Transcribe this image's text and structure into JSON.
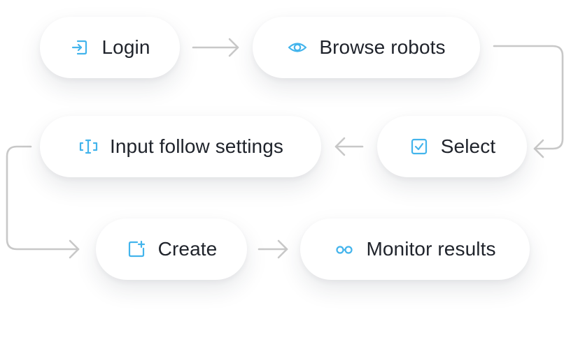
{
  "colors": {
    "accent": "#43b4ec",
    "connector": "#c8c8c8",
    "text": "#1f232b"
  },
  "steps": [
    {
      "label": "Login",
      "icon": "login-icon"
    },
    {
      "label": "Browse robots",
      "icon": "eye-icon"
    },
    {
      "label": "Select",
      "icon": "checkbox-icon"
    },
    {
      "label": "Input follow settings",
      "icon": "text-cursor-icon"
    },
    {
      "label": "Create",
      "icon": "add-square-icon"
    },
    {
      "label": "Monitor results",
      "icon": "glasses-icon"
    }
  ]
}
